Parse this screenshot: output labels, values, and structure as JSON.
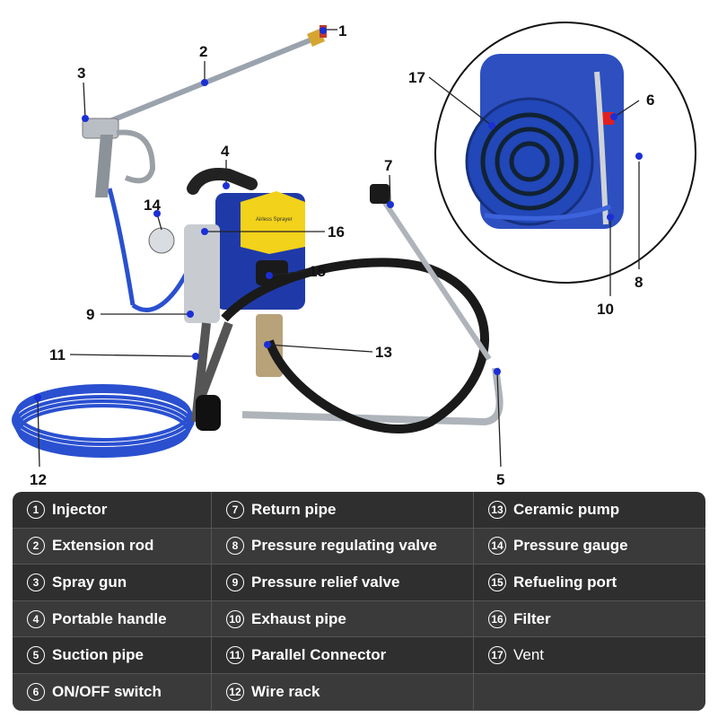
{
  "callouts": [
    "1",
    "2",
    "3",
    "4",
    "5",
    "6",
    "7",
    "8",
    "9",
    "10",
    "11",
    "12",
    "13",
    "14",
    "15",
    "16",
    "17"
  ],
  "legend": {
    "col1": [
      {
        "num": "1",
        "label": "Injector"
      },
      {
        "num": "2",
        "label": "Extension rod"
      },
      {
        "num": "3",
        "label": "Spray gun"
      },
      {
        "num": "4",
        "label": "Portable handle"
      },
      {
        "num": "5",
        "label": "Suction pipe"
      },
      {
        "num": "6",
        "label": "ON/OFF switch"
      }
    ],
    "col2": [
      {
        "num": "7",
        "label": "Return pipe"
      },
      {
        "num": "8",
        "label": "Pressure regulating valve"
      },
      {
        "num": "9",
        "label": "Pressure relief valve"
      },
      {
        "num": "10",
        "label": "Exhaust pipe"
      },
      {
        "num": "11",
        "label": "Parallel Connector"
      },
      {
        "num": "12",
        "label": "Wire rack"
      }
    ],
    "col3": [
      {
        "num": "13",
        "label": "Ceramic pump"
      },
      {
        "num": "14",
        "label": "Pressure gauge"
      },
      {
        "num": "15",
        "label": "Refueling port"
      },
      {
        "num": "16",
        "label": "Filter"
      },
      {
        "num": "17",
        "label": "Vent"
      },
      {
        "num": "",
        "label": ""
      }
    ]
  },
  "colors": {
    "machine_blue": "#1f3aa8",
    "hose_blue": "#2a50d0",
    "yellow": "#f2d21a",
    "panel": "#2f2f2f",
    "dot": "#1b2fd6"
  },
  "machine_label": "Airless Sprayer"
}
